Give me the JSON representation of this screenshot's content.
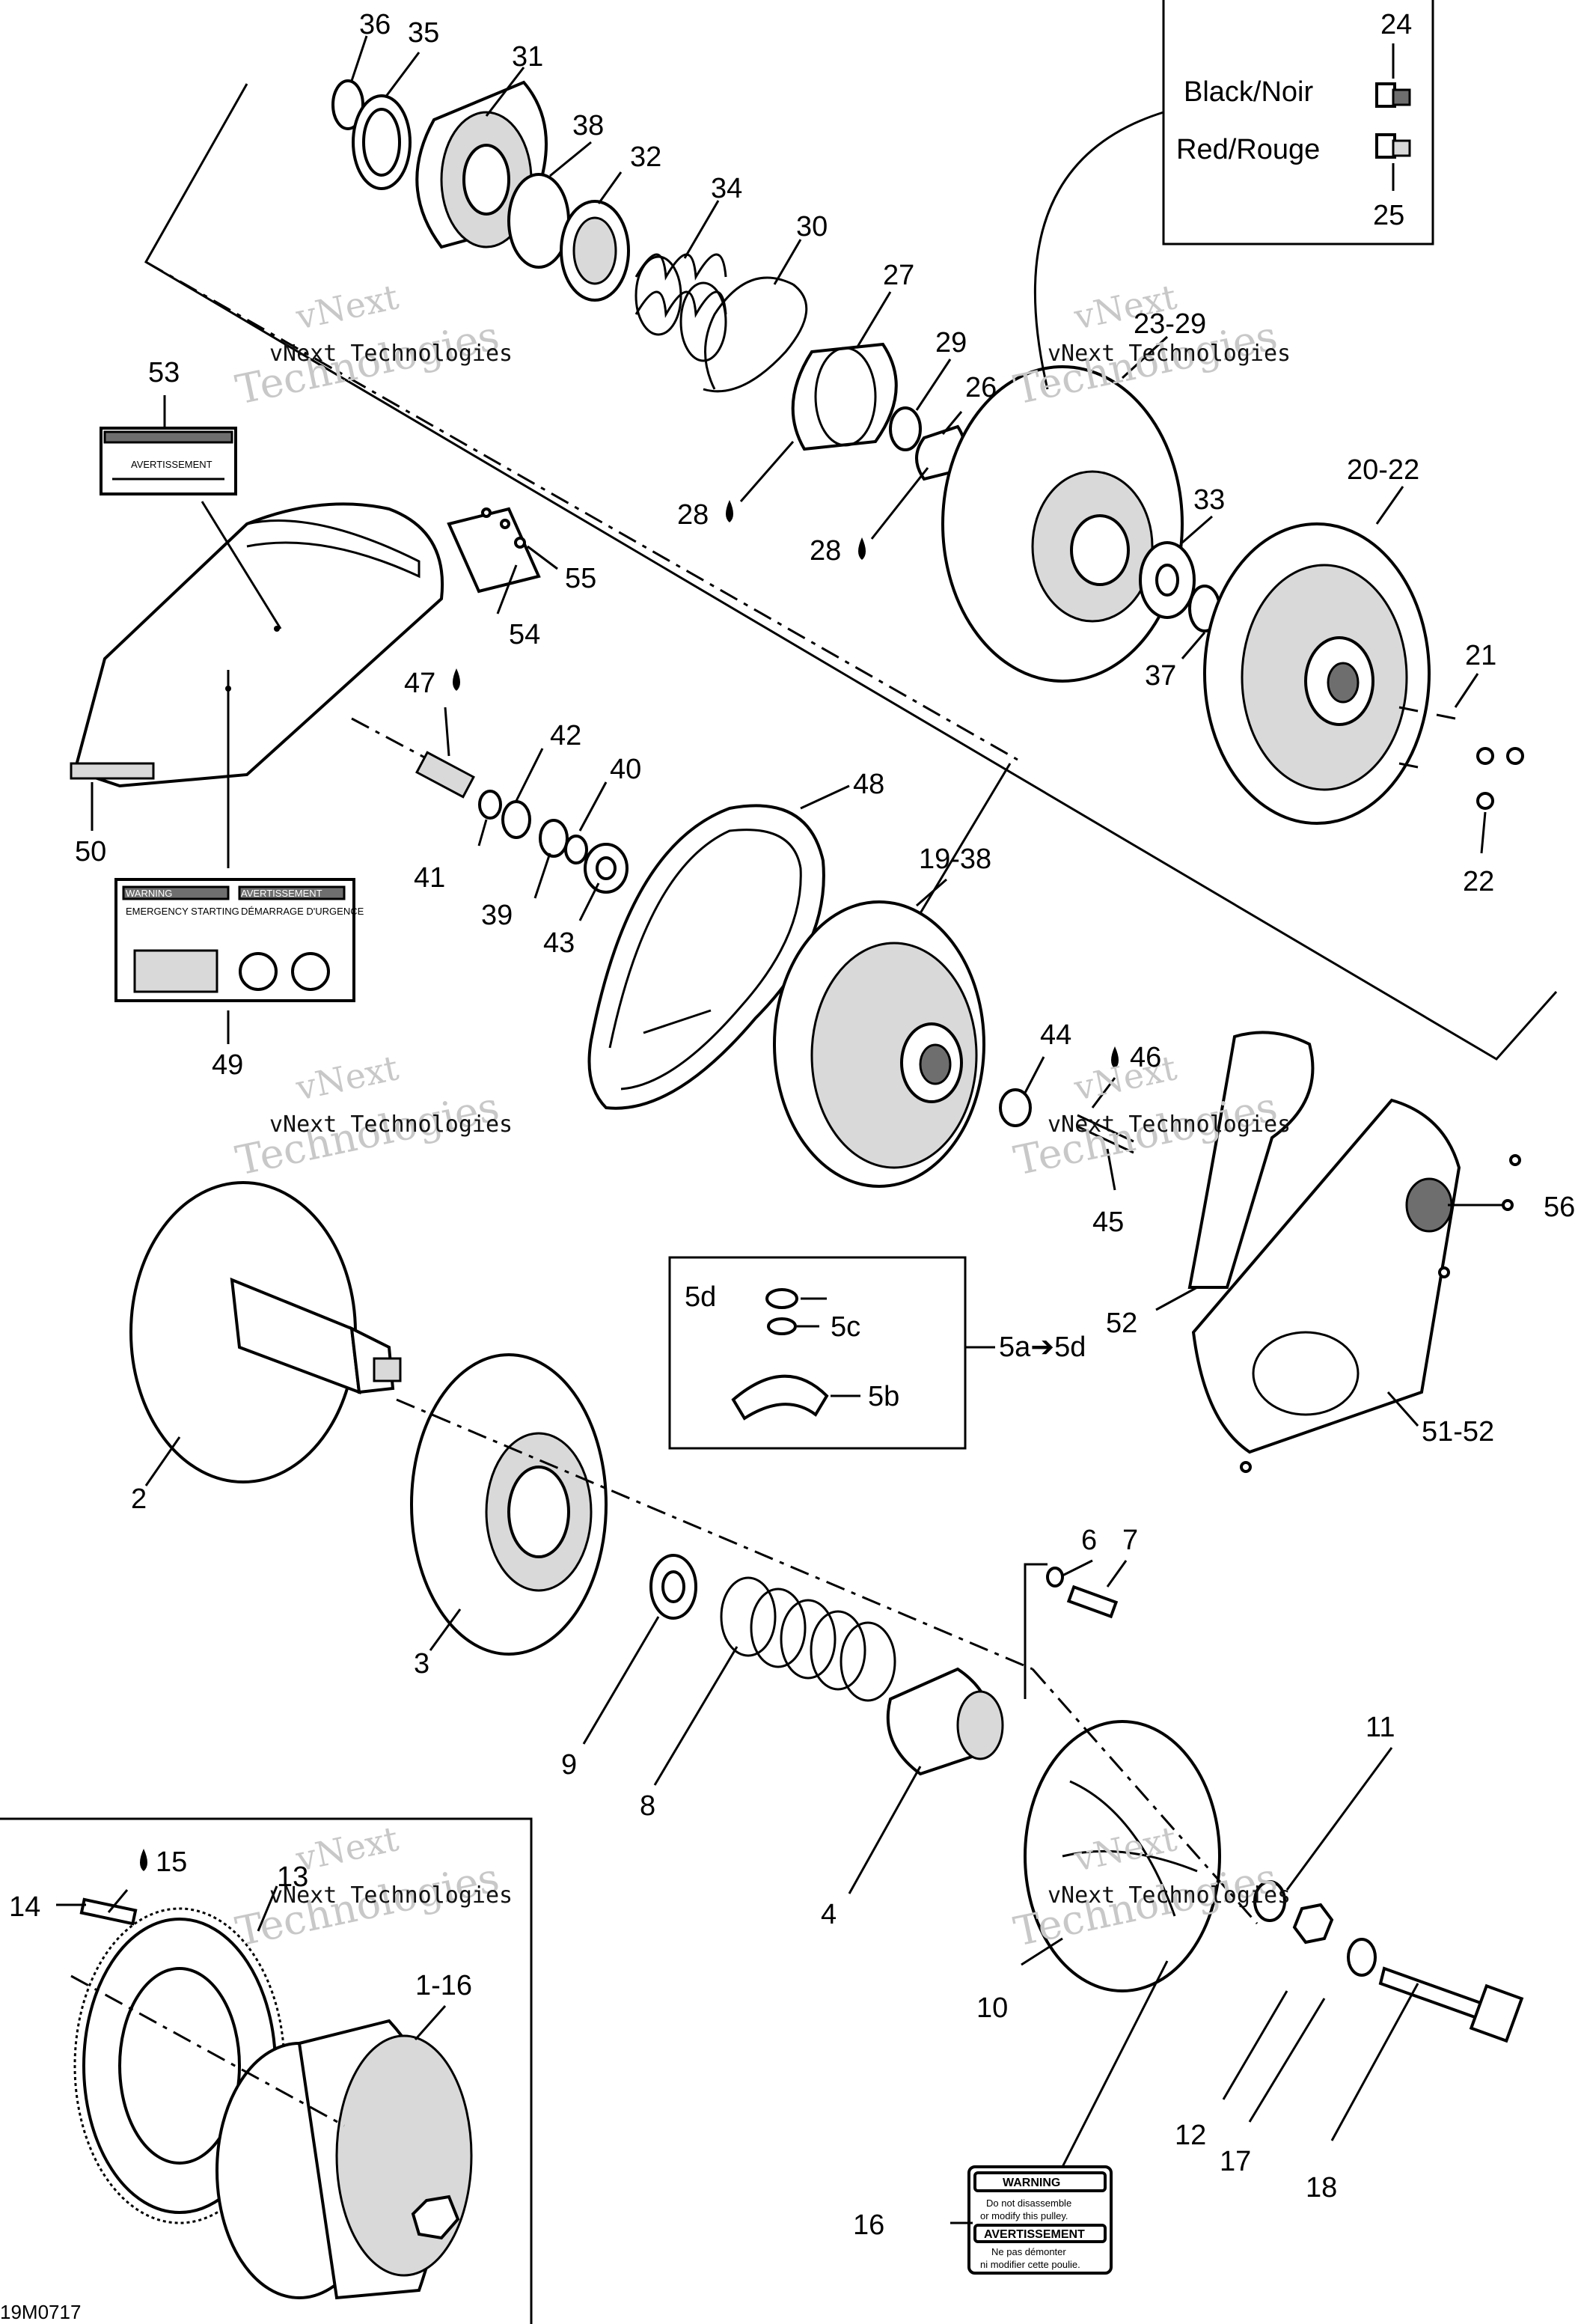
{
  "figure_code": "19M0717",
  "watermark": {
    "line1": "vNext",
    "line2": "Technologies",
    "caption": "vNext Technologies"
  },
  "color_legend": {
    "top_number": "24",
    "black_label": "Black/Noir",
    "red_label": "Red/Rouge",
    "bottom_number": "25"
  },
  "sub_box": {
    "items": [
      "5d",
      "5c",
      "5b"
    ],
    "range_label": "5a➔5d"
  },
  "stickers": {
    "warning_16": {
      "title": "WARNING",
      "line1": "Do not disassemble",
      "line2": "or modify this pulley.",
      "title_fr": "AVERTISSEMENT",
      "line3": "Ne pas démonter",
      "line4": "ni modifier cette poulie."
    },
    "label_49": {
      "title_left": "WARNING",
      "title_right": "AVERTISSEMENT",
      "sub_left": "EMERGENCY STARTING",
      "sub_right": "DÉMARRAGE D'URGENCE"
    },
    "label_53": {
      "title": "AVERTISSEMENT"
    }
  },
  "labels": {
    "l36": "36",
    "l35": "35",
    "l31": "31",
    "l38": "38",
    "l32": "32",
    "l34": "34",
    "l30": "30",
    "l27": "27",
    "l29": "29",
    "l26": "26",
    "l28a": "28",
    "l28b": "28",
    "l23_29": "23-29",
    "l33": "33",
    "l20_22": "20-22",
    "l37": "37",
    "l21": "21",
    "l22": "22",
    "l53": "53",
    "l55": "55",
    "l54": "54",
    "l50": "50",
    "l47": "47",
    "l42": "42",
    "l40": "40",
    "l41": "41",
    "l39": "39",
    "l43": "43",
    "l48": "48",
    "l19_38": "19-38",
    "l49": "49",
    "l44": "44",
    "l46": "46",
    "l45": "45",
    "l56": "56",
    "l52": "52",
    "l51_52": "51-52",
    "l2": "2",
    "l3": "3",
    "l6": "6",
    "l7": "7",
    "l9": "9",
    "l8": "8",
    "l4": "4",
    "l10": "10",
    "l11": "11",
    "l15": "15",
    "l14": "14",
    "l13": "13",
    "l1_16": "1-16",
    "l12": "12",
    "l17": "17",
    "l18": "18",
    "l16": "16"
  }
}
